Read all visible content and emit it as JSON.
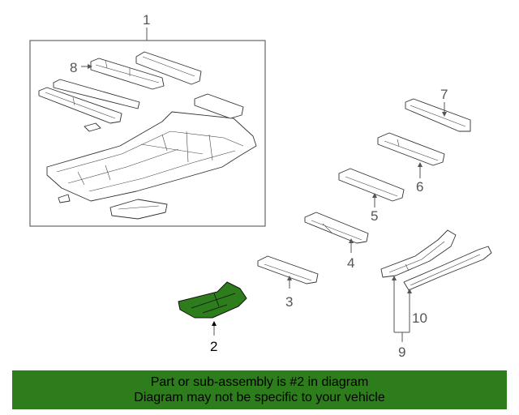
{
  "callouts": {
    "c1": "1",
    "c2": "2",
    "c3": "3",
    "c4": "4",
    "c5": "5",
    "c6": "6",
    "c7": "7",
    "c8": "8",
    "c9": "9",
    "c10": "10"
  },
  "banner": {
    "line1": "Part or sub-assembly is #2 in diagram",
    "line2": "Diagram may not be specific to your vehicle"
  },
  "colors": {
    "highlight": "#2e7d1c",
    "banner_bg": "#2e7d1c",
    "line": "#333333"
  }
}
